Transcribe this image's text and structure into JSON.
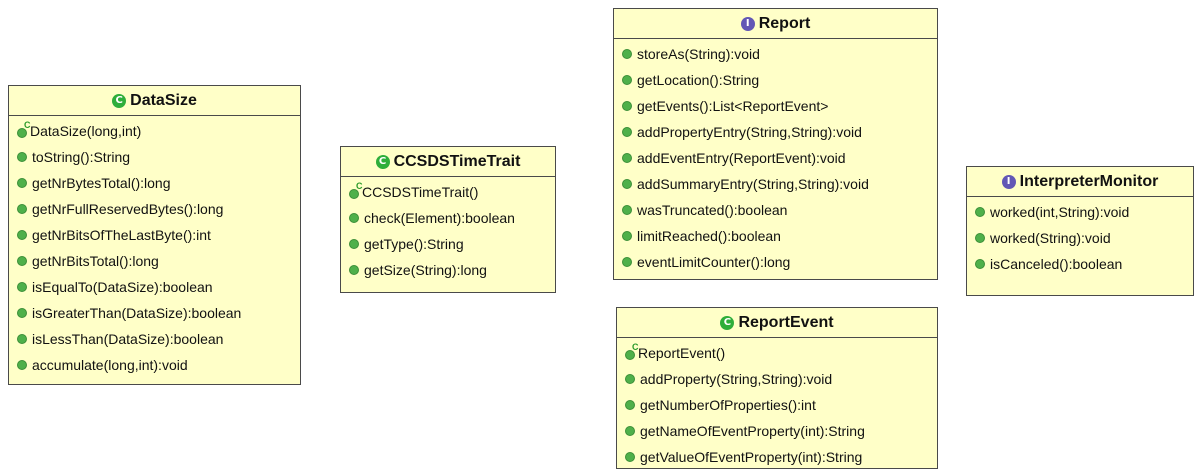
{
  "classes": {
    "datasize": {
      "name": "DataSize",
      "kind": "class",
      "badge": "C",
      "members": [
        {
          "label": "DataSize(long,int)",
          "ctor": true
        },
        {
          "label": "toString():String"
        },
        {
          "label": "getNrBytesTotal():long"
        },
        {
          "label": "getNrFullReservedBytes():long"
        },
        {
          "label": "getNrBitsOfTheLastByte():int"
        },
        {
          "label": "getNrBitsTotal():long"
        },
        {
          "label": "isEqualTo(DataSize):boolean"
        },
        {
          "label": "isGreaterThan(DataSize):boolean"
        },
        {
          "label": "isLessThan(DataSize):boolean"
        },
        {
          "label": "accumulate(long,int):void"
        }
      ]
    },
    "ccsds": {
      "name": "CCSDSTimeTrait",
      "kind": "class",
      "badge": "C",
      "members": [
        {
          "label": "CCSDSTimeTrait()",
          "ctor": true
        },
        {
          "label": "check(Element):boolean"
        },
        {
          "label": "getType():String"
        },
        {
          "label": "getSize(String):long"
        }
      ]
    },
    "report": {
      "name": "Report",
      "kind": "interface",
      "badge": "I",
      "members": [
        {
          "label": "storeAs(String):void"
        },
        {
          "label": "getLocation():String"
        },
        {
          "label": "getEvents():List<ReportEvent>"
        },
        {
          "label": "addPropertyEntry(String,String):void"
        },
        {
          "label": "addEventEntry(ReportEvent):void"
        },
        {
          "label": "addSummaryEntry(String,String):void"
        },
        {
          "label": "wasTruncated():boolean"
        },
        {
          "label": "limitReached():boolean"
        },
        {
          "label": "eventLimitCounter():long"
        }
      ]
    },
    "reportevent": {
      "name": "ReportEvent",
      "kind": "class",
      "badge": "C",
      "members": [
        {
          "label": "ReportEvent()",
          "ctor": true
        },
        {
          "label": "addProperty(String,String):void"
        },
        {
          "label": "getNumberOfProperties():int"
        },
        {
          "label": "getNameOfEventProperty(int):String"
        },
        {
          "label": "getValueOfEventProperty(int):String"
        }
      ]
    },
    "monitor": {
      "name": "InterpreterMonitor",
      "kind": "interface",
      "badge": "I",
      "members": [
        {
          "label": "worked(int,String):void"
        },
        {
          "label": "worked(String):void"
        },
        {
          "label": "isCanceled():boolean"
        }
      ]
    }
  },
  "colors": {
    "box_fill": "#ffffc8",
    "border": "#4a4a4a",
    "class_badge": "#2eae3a",
    "interface_badge": "#6257b5",
    "method_dot": "#4fb04a"
  },
  "icons": {
    "class_badge": "class-icon",
    "interface_badge": "interface-icon",
    "method": "public-method-icon",
    "constructor": "constructor-icon"
  }
}
